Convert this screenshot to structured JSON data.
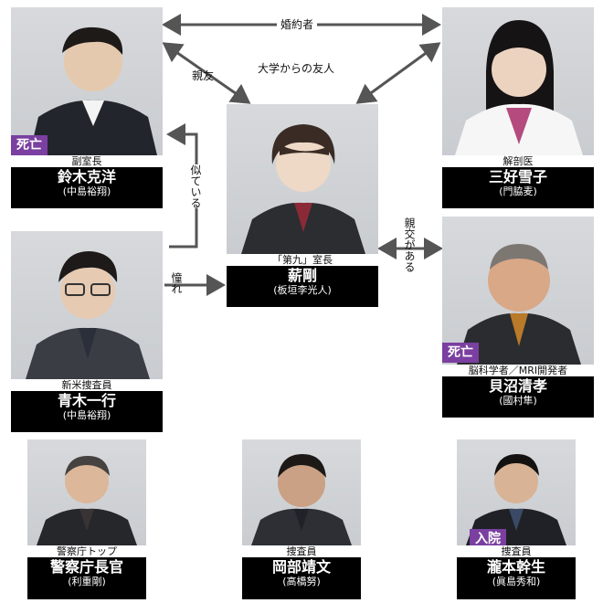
{
  "people": {
    "suzuki": {
      "badge": "死亡",
      "role": "副室長",
      "name": "鈴木克洋",
      "actor": "(中島裕翔)"
    },
    "miyoshi": {
      "role": "解剖医",
      "name": "三好雪子",
      "actor": "(門脇麦)"
    },
    "maki": {
      "role": "「第九」室長",
      "name": "薪剛",
      "actor": "(板垣李光人)"
    },
    "aoki": {
      "role": "新米捜査員",
      "name": "青木一行",
      "actor": "(中島裕翔)"
    },
    "kainuma": {
      "badge": "死亡",
      "role": "脳科学者／MRI開発者",
      "name": "貝沼清孝",
      "actor": "(國村隼)"
    },
    "chokan": {
      "role": "警察庁トップ",
      "name": "警察庁長官",
      "actor": "(利重剛)"
    },
    "okabe": {
      "role": "捜査員",
      "name": "岡部靖文",
      "actor": "(高橋努)"
    },
    "takimoto": {
      "badge": "入院",
      "role": "捜査員",
      "name": "瀧本幹生",
      "actor": "(眞島秀和)"
    }
  },
  "relations": {
    "fiance": "婚約者",
    "best_friend": "親友",
    "college_friend": "大学からの友人",
    "resemble": "似ている",
    "admire": "憧れ",
    "acquainted": "親交がある"
  },
  "colors": {
    "badge": "#7a3fa0",
    "caption": "#000000",
    "arrow": "#555555"
  }
}
